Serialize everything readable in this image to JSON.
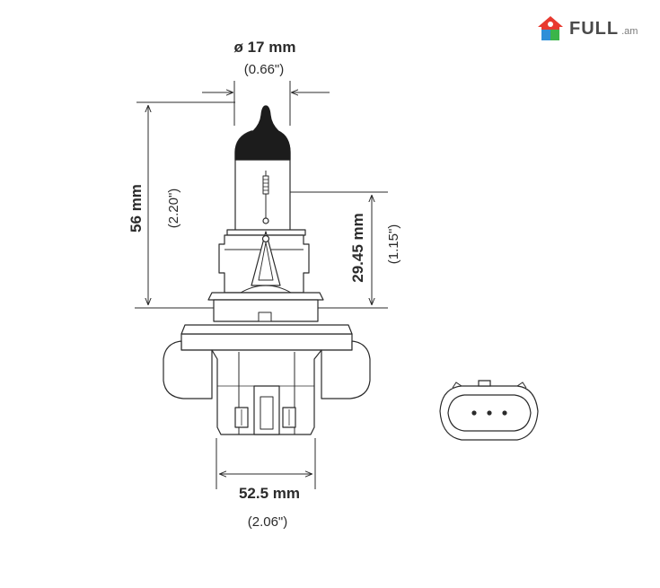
{
  "logo": {
    "brand": "FULL",
    "domain": ".am",
    "colors": {
      "red": "#e8392f",
      "green": "#3bb54a",
      "blue": "#2f8fd8",
      "text": "#4a4a4a"
    }
  },
  "dimensions": {
    "diameter": {
      "label": "ø 17 mm",
      "inches": "(0.66\")"
    },
    "height": {
      "label": "56 mm",
      "inches": "(2.20\")"
    },
    "light_center": {
      "label": "29.45 mm",
      "inches": "(1.15\")"
    },
    "base_width": {
      "label": "52.5 mm",
      "inches": "(2.06\")"
    }
  },
  "colors": {
    "line": "#2b2b2b",
    "bulb_tip": "#1c1c1c",
    "dimension_line": "#555555"
  }
}
